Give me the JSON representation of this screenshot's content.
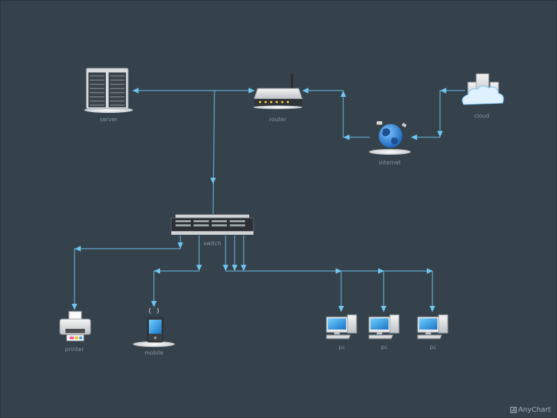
{
  "nodes": {
    "server": "server",
    "router": "router",
    "internet": "internet",
    "cloud": "cloud",
    "switch": "switch",
    "printer": "printer",
    "mobile": "mobile",
    "pc1": "pc",
    "pc2": "pc",
    "pc3": "pc"
  },
  "credit": "AnyChart",
  "colors": {
    "background": "#35424c",
    "connector": "#6ec6f0",
    "label": "#8a969f"
  },
  "icons": [
    "server-rack-icon",
    "router-icon",
    "globe-icon",
    "cloud-server-icon",
    "network-switch-icon",
    "printer-icon",
    "mobile-phone-icon",
    "desktop-pc-icon"
  ]
}
